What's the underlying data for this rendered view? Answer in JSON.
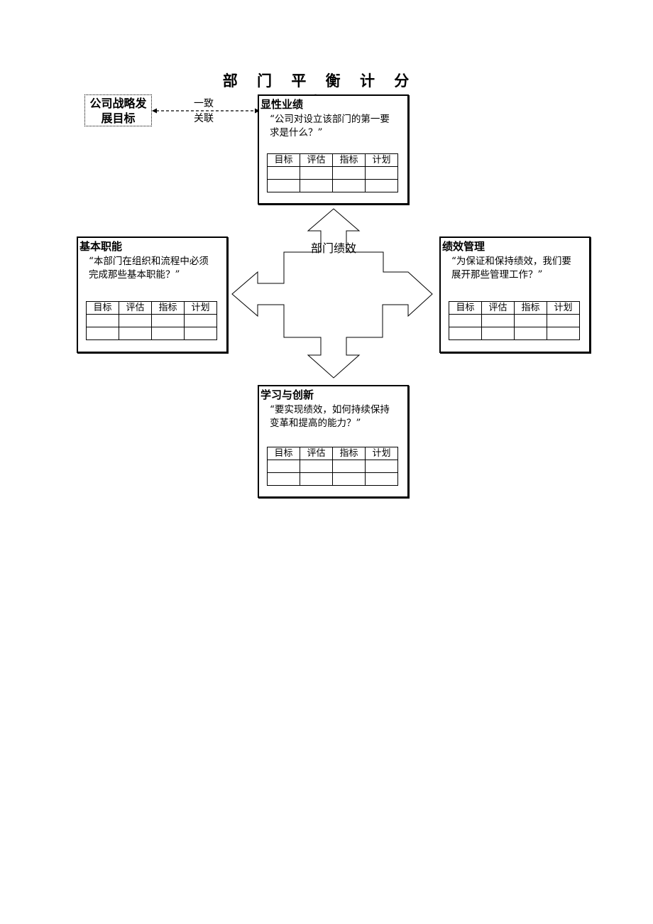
{
  "title": "部 门 平 衡 计 分 卡",
  "strategy": {
    "line1": "公司战略发",
    "line2": "展目标"
  },
  "link": {
    "line1": "一致",
    "line2": "关联"
  },
  "center_label": "部门绩效",
  "table_headers": [
    "目标",
    "评估",
    "指标",
    "计划"
  ],
  "cards": {
    "explicit_performance": {
      "title": "显性业绩",
      "question": "“公司对设立该部门的第一要求是什么？”"
    },
    "basic_functions": {
      "title": "基本职能",
      "question": "“本部门在组织和流程中必须完成那些基本职能？”"
    },
    "performance_management": {
      "title": "绩效管理",
      "question": "“为保证和保持绩效，我们要展开那些管理工作？”"
    },
    "learning_innovation": {
      "title": "学习与创新",
      "question": "“要实现绩效，如何持续保持变革和提高的能力？”"
    }
  }
}
